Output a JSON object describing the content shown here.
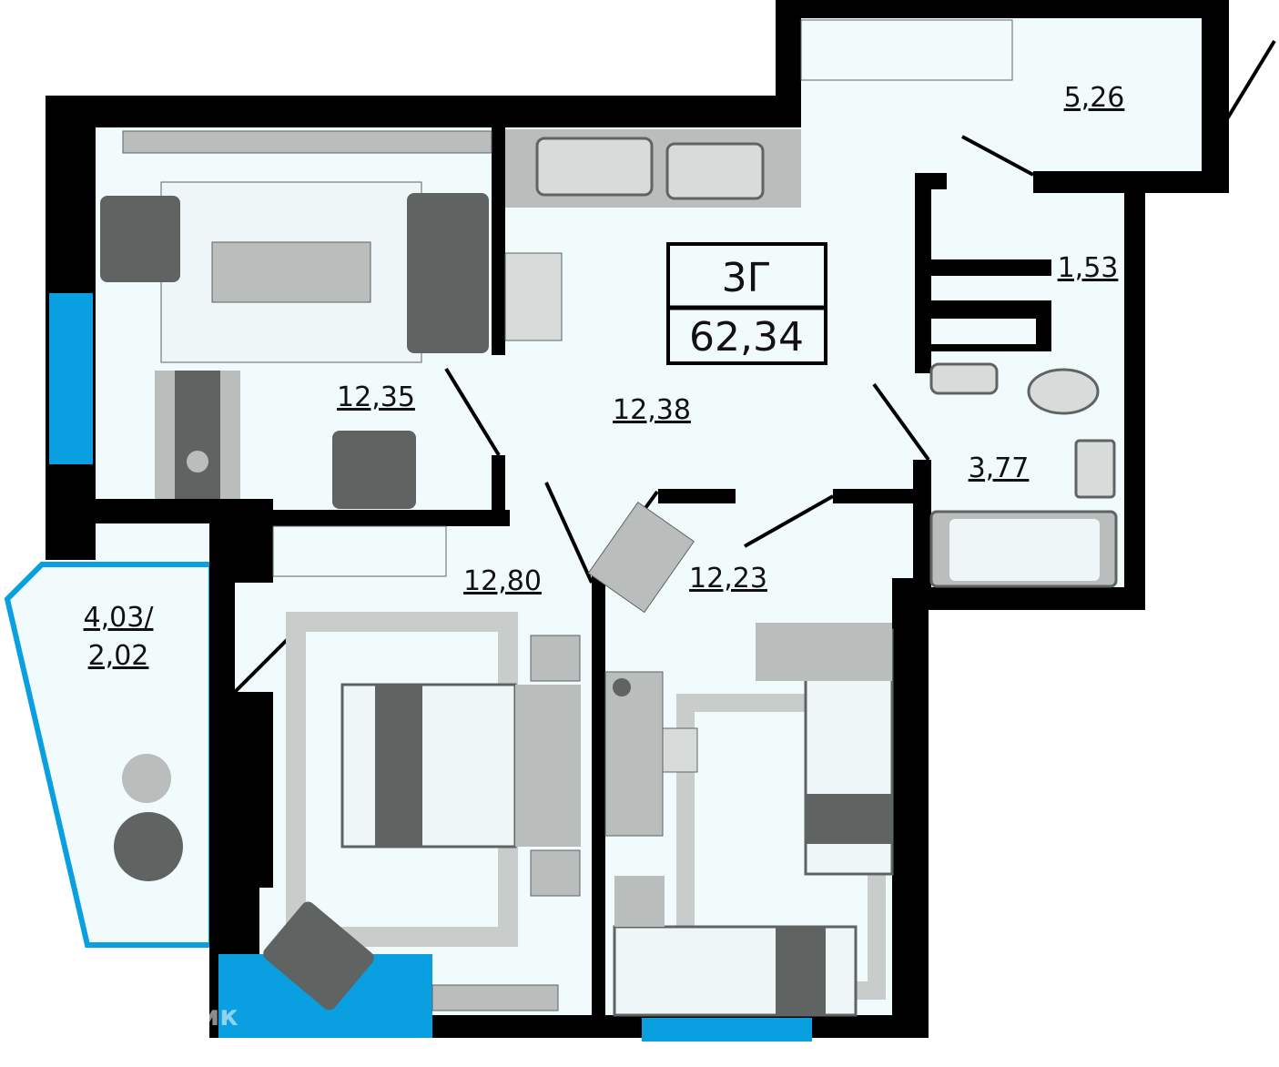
{
  "plan": {
    "apartment_type": "3Г",
    "total_area": "62,34",
    "colors": {
      "wall": "#000000",
      "floor": "#f2fbfc",
      "window": "#0a9fe0",
      "furniture": "#5f6463",
      "furniture_light": "#b9bdbc"
    },
    "rooms": [
      {
        "id": "living",
        "area": "12,35"
      },
      {
        "id": "kitchen-hall",
        "area": "12,38"
      },
      {
        "id": "wardrobe-entry",
        "area": "5,26"
      },
      {
        "id": "closet",
        "area": "1,53"
      },
      {
        "id": "bathroom",
        "area": "3,77"
      },
      {
        "id": "bedroom-left",
        "area": "12,80"
      },
      {
        "id": "bedroom-right",
        "area": "12,23"
      },
      {
        "id": "balcony",
        "area_line1": "4,03/",
        "area_line2": "2,02"
      }
    ]
  },
  "watermark": {
    "text": "Домклик",
    "icon": "house-logo-icon"
  }
}
